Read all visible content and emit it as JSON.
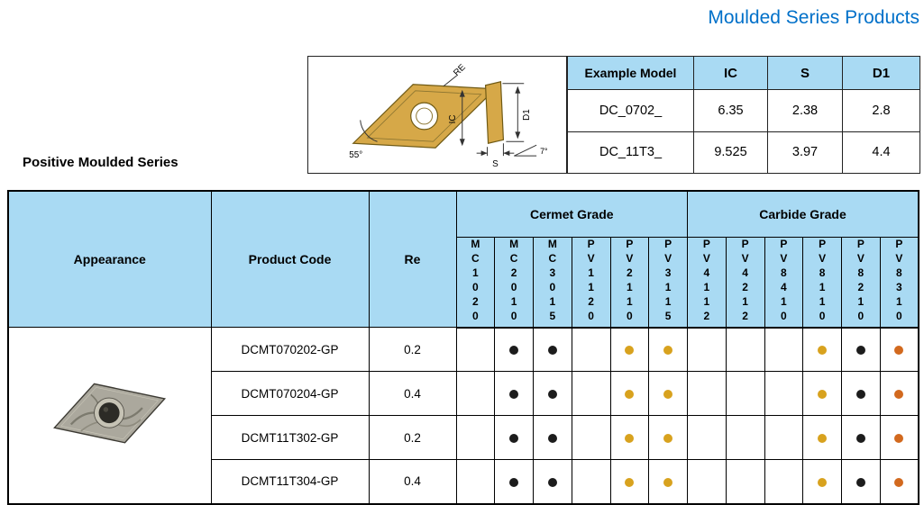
{
  "page": {
    "title": "Moulded Series Products",
    "section_heading": "Positive Moulded Series"
  },
  "colors": {
    "accent_blue": "#0070C9",
    "header_bg": "#A9DAF3",
    "insert_gold": "#D6A848",
    "dot_black": "#1C1C1C",
    "dot_gold": "#D8A21E",
    "dot_orange": "#D2691E"
  },
  "diagram": {
    "re_label": "RE",
    "ic_label": "IC",
    "d1_label": "D1",
    "s_label": "S",
    "angle_55_label": "55°",
    "angle_7_label": "7°"
  },
  "spec_table": {
    "headers": [
      "Example Model",
      "IC",
      "S",
      "D1"
    ],
    "rows": [
      [
        "DC_0702_",
        "6.35",
        "2.38",
        "2.8"
      ],
      [
        "DC_11T3_",
        "9.525",
        "3.97",
        "4.4"
      ]
    ]
  },
  "main_table": {
    "headers": {
      "appearance": "Appearance",
      "product_code": "Product Code",
      "re": "Re",
      "cermet_group": "Cermet Grade",
      "carbide_group": "Carbide Grade"
    },
    "cermet_grades": [
      "MC1020",
      "MC2010",
      "MC3015",
      "PV1120",
      "PV2110",
      "PV3115"
    ],
    "carbide_grades": [
      "PV4112",
      "PV4212",
      "PV8410",
      "PV8110",
      "PV8210",
      "PV8310"
    ],
    "rows": [
      {
        "product_code": "DCMT070202-GP",
        "re": "0.2",
        "dots": [
          "",
          "black",
          "black",
          "",
          "gold",
          "gold",
          "",
          "",
          "",
          "gold",
          "black",
          "orange"
        ]
      },
      {
        "product_code": "DCMT070204-GP",
        "re": "0.4",
        "dots": [
          "",
          "black",
          "black",
          "",
          "gold",
          "gold",
          "",
          "",
          "",
          "gold",
          "black",
          "orange"
        ]
      },
      {
        "product_code": "DCMT11T302-GP",
        "re": "0.2",
        "dots": [
          "",
          "black",
          "black",
          "",
          "gold",
          "gold",
          "",
          "",
          "",
          "gold",
          "black",
          "orange"
        ]
      },
      {
        "product_code": "DCMT11T304-GP",
        "re": "0.4",
        "dots": [
          "",
          "black",
          "black",
          "",
          "gold",
          "gold",
          "",
          "",
          "",
          "gold",
          "black",
          "orange"
        ]
      }
    ]
  }
}
